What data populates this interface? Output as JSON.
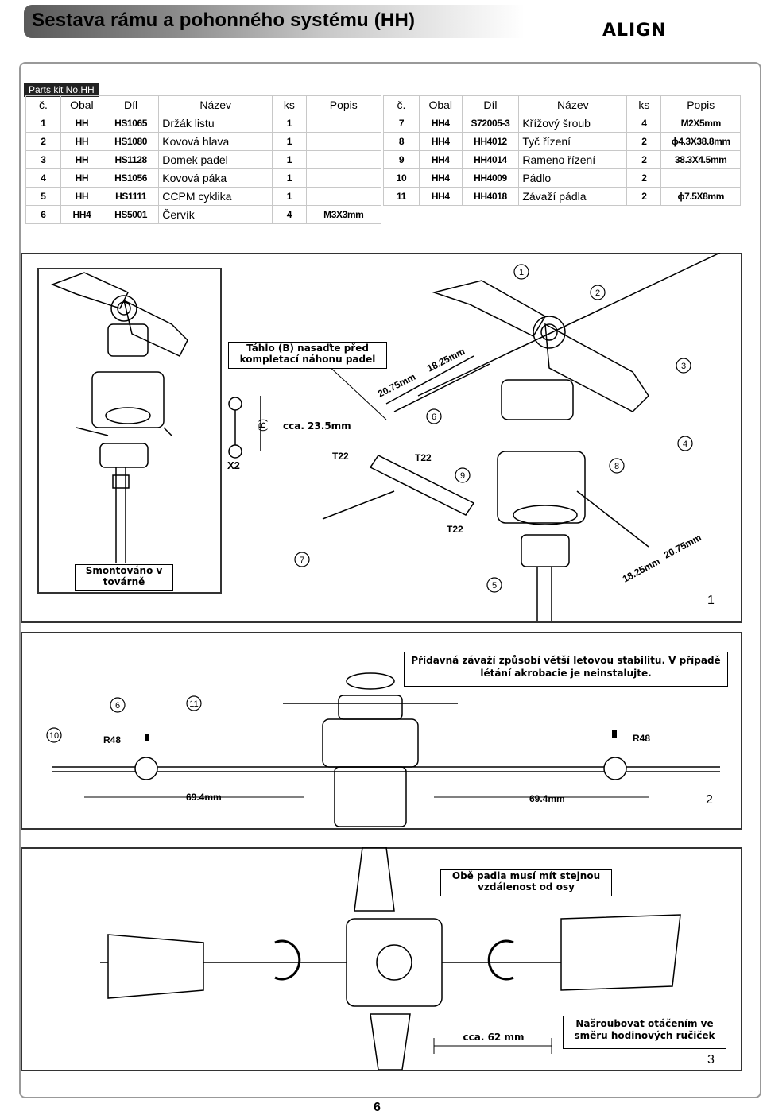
{
  "header": {
    "title": "Sestava rámu a pohonného systému (HH)",
    "logo": "ALIGN"
  },
  "parts": {
    "kit_label": "Parts kit No.HH",
    "columns": [
      "č.",
      "Obal",
      "Díl",
      "Název",
      "ks",
      "Popis"
    ],
    "left_rows": [
      {
        "no": "1",
        "bag": "HH",
        "part": "HS1065",
        "name": "Držák listu",
        "qty": "1",
        "desc": ""
      },
      {
        "no": "2",
        "bag": "HH",
        "part": "HS1080",
        "name": "Kovová hlava",
        "qty": "1",
        "desc": ""
      },
      {
        "no": "3",
        "bag": "HH",
        "part": "HS1128",
        "name": "Domek padel",
        "qty": "1",
        "desc": ""
      },
      {
        "no": "4",
        "bag": "HH",
        "part": "HS1056",
        "name": "Kovová páka",
        "qty": "1",
        "desc": ""
      },
      {
        "no": "5",
        "bag": "HH",
        "part": "HS1111",
        "name": "CCPM cyklika",
        "qty": "1",
        "desc": ""
      },
      {
        "no": "6",
        "bag": "HH4",
        "part": "HS5001",
        "name": "Červík",
        "qty": "4",
        "desc": "M3X3mm"
      }
    ],
    "right_rows": [
      {
        "no": "7",
        "bag": "HH4",
        "part": "S72005-3",
        "name": "Křížový šroub",
        "qty": "4",
        "desc": "M2X5mm"
      },
      {
        "no": "8",
        "bag": "HH4",
        "part": "HH4012",
        "name": "Tyč řízení",
        "qty": "2",
        "desc": "ϕ4.3X38.8mm"
      },
      {
        "no": "9",
        "bag": "HH4",
        "part": "HH4014",
        "name": "Rameno řízení",
        "qty": "2",
        "desc": "38.3X4.5mm"
      },
      {
        "no": "10",
        "bag": "HH4",
        "part": "HH4009",
        "name": "Pádlo",
        "qty": "2",
        "desc": ""
      },
      {
        "no": "11",
        "bag": "HH4",
        "part": "HH4018",
        "name": "Závaží pádla",
        "qty": "2",
        "desc": "ϕ7.5X8mm"
      }
    ]
  },
  "step1": {
    "callout_rod": "Táhlo (B) nasaďte před kompletací náhonu padel",
    "callout_factory": "Smontováno v továrně",
    "approx": "cca. 23.5mm",
    "dim1": "20.75mm",
    "dim2": "18.25mm",
    "dim3": "18.25mm",
    "dim4": "20.75mm",
    "b_label": "(B)",
    "x2": "X2",
    "t22": "T22",
    "step_number": "1",
    "balloons": [
      "1",
      "2",
      "3",
      "4",
      "5",
      "6",
      "7",
      "8",
      "9"
    ]
  },
  "step2": {
    "callout": "Přídavná závaží způsobí větší letovou stabilitu. V případě létání akrobacie je neinstalujte.",
    "r48": "R48",
    "dim_left": "69.4mm",
    "dim_right": "69.4mm",
    "step_number": "2",
    "balloons": [
      "6",
      "11",
      "10"
    ]
  },
  "step3": {
    "callout_top": "Obě padla musí mít stejnou vzdálenost od osy",
    "callout_bottom": "Našroubovat otáčením ve směru hodinových ručiček",
    "approx": "cca. 62 mm",
    "step_number": "3"
  },
  "page_number": "6"
}
